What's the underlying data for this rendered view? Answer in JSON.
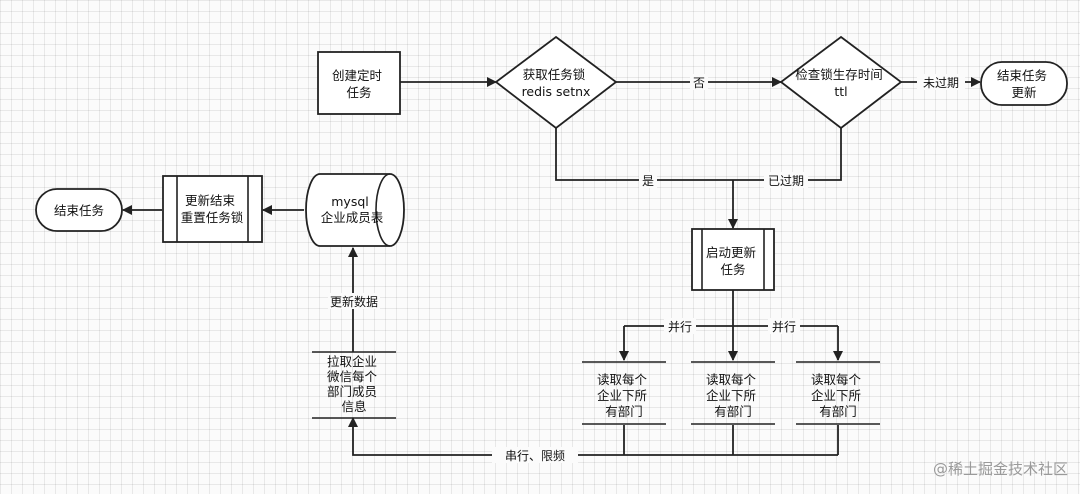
{
  "nodes": {
    "create_task": [
      "创建定时",
      "任务"
    ],
    "acquire_lock": [
      "获取任务锁",
      "redis setnx"
    ],
    "check_ttl": [
      "检查锁生存时间",
      "ttl"
    ],
    "end_update": [
      "结束任务",
      "更新"
    ],
    "start_update": [
      "启动更新",
      "任务"
    ],
    "read_dept_1": [
      "读取每个",
      "企业下所",
      "有部门"
    ],
    "read_dept_2": [
      "读取每个",
      "企业下所",
      "有部门"
    ],
    "read_dept_3": [
      "读取每个",
      "企业下所",
      "有部门"
    ],
    "pull_wechat": [
      "拉取企业",
      "微信每个",
      "部门成员",
      "信息"
    ],
    "mysql_table": [
      "mysql",
      "企业成员表"
    ],
    "update_reset_lock": [
      "更新结束",
      "重置任务锁"
    ],
    "end_task": [
      "结束任务"
    ]
  },
  "edge_labels": {
    "no": "否",
    "not_expired": "未过期",
    "yes": "是",
    "expired": "已过期",
    "parallel_left": "并行",
    "parallel_right": "并行",
    "serial_rate_limit": "串行、限频",
    "update_data": "更新数据"
  },
  "watermark": "@稀土掘金技术社区",
  "colors": {
    "stroke": "#222222",
    "text": "#111111",
    "node_fill": "#ffffff",
    "watermark": "#9a9a9a"
  }
}
